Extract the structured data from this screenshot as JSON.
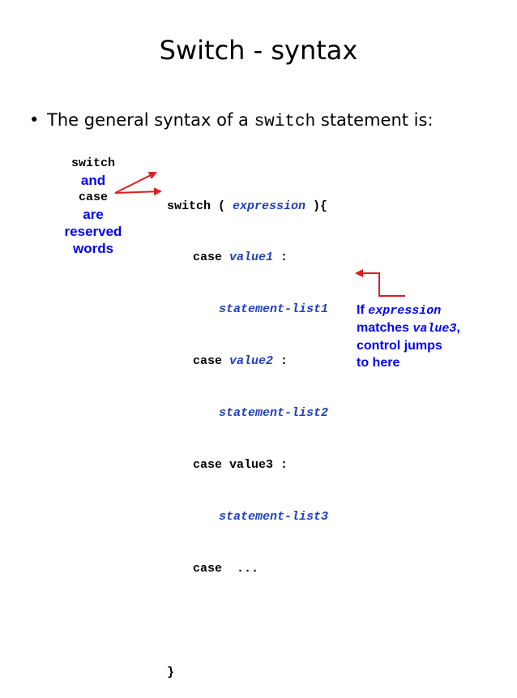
{
  "slide": {
    "title": "Switch - syntax",
    "bullet": {
      "text_before": "The general syntax of a ",
      "keyword": "switch",
      "text_after": " statement is:"
    }
  },
  "note_left": {
    "switch_word": "switch",
    "and_word": "and",
    "case_word": "case",
    "are_word": "are",
    "reserved_word": "reserved",
    "words_word": "words"
  },
  "code": {
    "line1": {
      "start": "switch ( ",
      "expr": "expression",
      "end": " ){"
    },
    "line2": {
      "start": "case ",
      "value": "value1",
      "end": " :"
    },
    "line3": {
      "stmt": "statement-list1"
    },
    "line4": {
      "start": "case ",
      "value": "value2",
      "end": " :"
    },
    "line5": {
      "stmt": "statement-list2"
    },
    "line6": {
      "text": "case value3 :"
    },
    "line7": {
      "stmt": "statement-list3"
    },
    "line8": {
      "text": "case  ..."
    },
    "line9": {
      "text": ""
    },
    "line10": {
      "text": "}"
    }
  },
  "note_right": {
    "line1_start": "If ",
    "line1_expr": "expression",
    "line2_start": "matches ",
    "line2_value": "value3",
    "line2_end": ",",
    "line3": "control jumps",
    "line4": "to here"
  },
  "colors": {
    "arrow": "#e51a1a",
    "annotation_blue": "#0000ff",
    "code_italic": "#1f3fbf"
  }
}
